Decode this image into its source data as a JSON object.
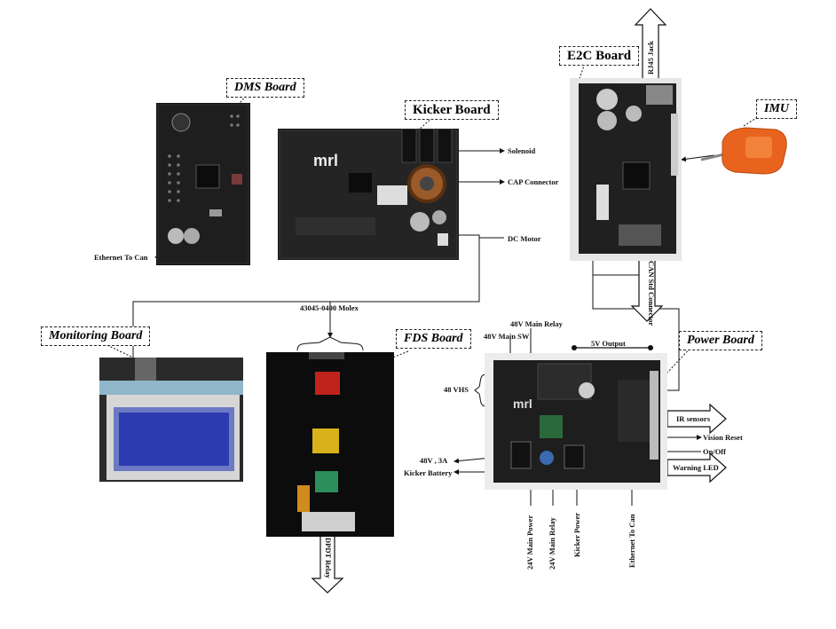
{
  "boards": {
    "dms": "DMS Board",
    "kicker": "Kicker Board",
    "e2c": "E2C Board",
    "imu": "IMU",
    "monitoring": "Monitoring Board",
    "fds": "FDS Board",
    "power": "Power Board"
  },
  "labels": {
    "solenoid": "Solenoid",
    "cap_connector": "CAP Connector",
    "dc_motor": "DC Motor",
    "rj45_jack": "RJ45 Jack",
    "can_std_connector": "CAN Std Connector",
    "ethernet_to_can_dms": "Ethernet To Can",
    "molex": "43045-0400 Molex",
    "main_relay_48v": "48V Main Relay",
    "main_sw_48v": "48V Main SW",
    "output_5v": "5V Output",
    "vhs_48": "48 VHS",
    "ir_sensors": "IR sensors",
    "vision_reset": "Vision Reset",
    "on_off": "On/Off",
    "warning_led": "Warning LED",
    "power_48v_3a": "48V , 3A",
    "kicker_battery": "Kicker Battery",
    "main_power_24v": "24V Main Power",
    "main_relay_24v": "24V Main Relay",
    "kicker_power": "Kicker Power",
    "ethernet_to_can_power": "Ethernet To Can",
    "dpdt_relay": "DPDT Relay"
  },
  "board_marks": {
    "kicker_logo": "mrl",
    "power_logo": "mrl"
  }
}
